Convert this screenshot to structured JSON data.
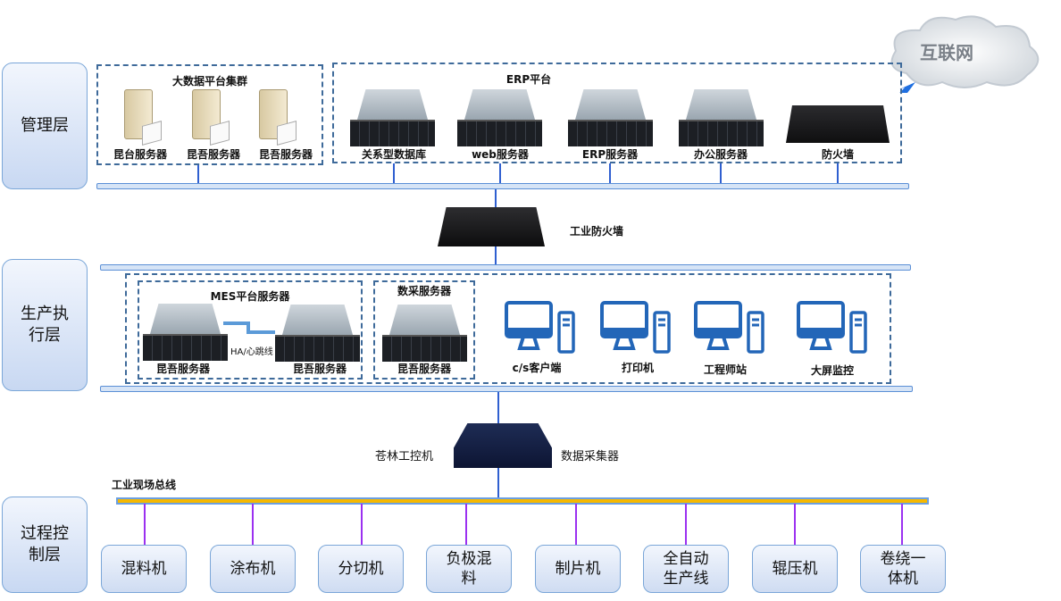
{
  "layers": {
    "management": "管理层",
    "production_l1": "生产执",
    "production_l2": "行层",
    "process_l1": "过程控",
    "process_l2": "制层"
  },
  "internet": "互联网",
  "bigdata": {
    "title": "大数据平台集群",
    "servers": [
      "昆台服务器",
      "昆吾服务器",
      "昆吾服务器"
    ]
  },
  "erp": {
    "title": "ERP平台",
    "devices": [
      "关系型数据库",
      "web服务器",
      "ERP服务器",
      "办公服务器",
      "防火墙"
    ]
  },
  "industrial_firewall": "工业防火墙",
  "mes": {
    "title": "MES平台服务器",
    "servers": [
      "昆吾服务器",
      "昆吾服务器"
    ],
    "link": "HA/心跳线"
  },
  "data_collection": {
    "title": "数采服务器",
    "server": "昆吾服务器"
  },
  "clients": [
    "c/s客户端",
    "打印机",
    "工程师站",
    "大屏监控"
  ],
  "ipc": {
    "left": "苍林工控机",
    "right": "数据采集器"
  },
  "field_bus": "工业现场总线",
  "machines": [
    "混料机",
    "涂布机",
    "分切机",
    "负极混料",
    "制片机",
    "全自动生产线",
    "辊压机",
    "卷绕一体机"
  ]
}
